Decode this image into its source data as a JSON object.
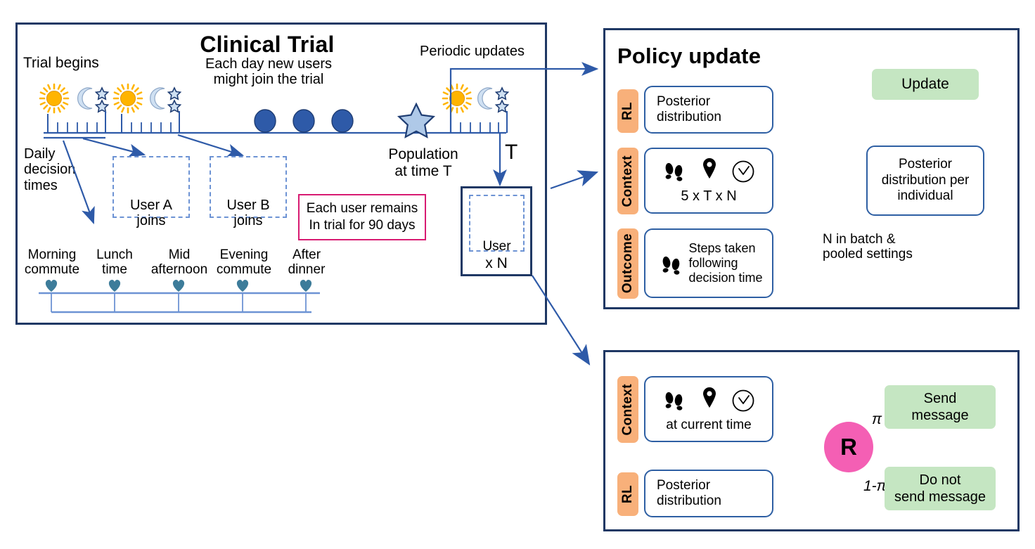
{
  "panels": {
    "clinical_trial": {
      "title": "Clinical Trial",
      "trial_begins": "Trial begins",
      "each_day": "Each day new users\nmight join the trial",
      "periodic_updates": "Periodic updates",
      "daily_decision_times": "Daily\ndecision\ntimes",
      "time_T": "T",
      "population_at_T": "Population\nat time T",
      "user_a": "User A\njoins",
      "user_b": "User B\njoins",
      "remains_note": "Each user remains\nIn trial for 90 days",
      "population_box": {
        "label": "User",
        "count": "x N"
      },
      "decision_times": [
        "Morning\ncommute",
        "Lunch\ntime",
        "Mid\nafternoon",
        "Evening\ncommute",
        "After\ndinner"
      ]
    },
    "policy_update": {
      "title": "Policy update",
      "rows": [
        {
          "tag": "RL",
          "text": "Posterior\ndistribution"
        },
        {
          "tag": "Context",
          "text": "5 x T x N",
          "icons": [
            "footsteps-icon",
            "location-pin-icon",
            "clock-icon"
          ]
        },
        {
          "tag": "Outcome",
          "text": "Steps taken\nfollowing\ndecision time",
          "icons": [
            "footsteps-icon"
          ]
        }
      ],
      "update_label": "Update",
      "output_box": "Posterior\ndistribution per\nindividual",
      "note": "N in batch &\npooled settings"
    },
    "decision": {
      "rows": [
        {
          "tag": "Context",
          "text": "at current time",
          "icons": [
            "footsteps-icon",
            "location-pin-icon",
            "clock-icon"
          ]
        },
        {
          "tag": "RL",
          "text": "Posterior\ndistribution"
        }
      ],
      "randomizer": "R",
      "prob_top": "π",
      "prob_bottom": "1-π",
      "action_top": "Send\nmessage",
      "action_bottom": "Do not\nsend message"
    }
  },
  "colors": {
    "panel_border": "#1F3864",
    "box_border": "#2E5FA3",
    "tag_bg": "#F8B07A",
    "green_bg": "#C5E6C2",
    "pink_border": "#D81B72",
    "randomizer": "#F45FB4",
    "arrow": "#2E5AA8",
    "heart": "#3D7C9A",
    "dot": "#2E5AA8",
    "sun": "#FFB400",
    "moon": "#CFE0F2",
    "star": "#1F3D73"
  },
  "timeline": {
    "day_night_cycles": 3,
    "ellipsis_dots": 3,
    "big_star": "star-icon",
    "ticks_per_day": 5
  }
}
